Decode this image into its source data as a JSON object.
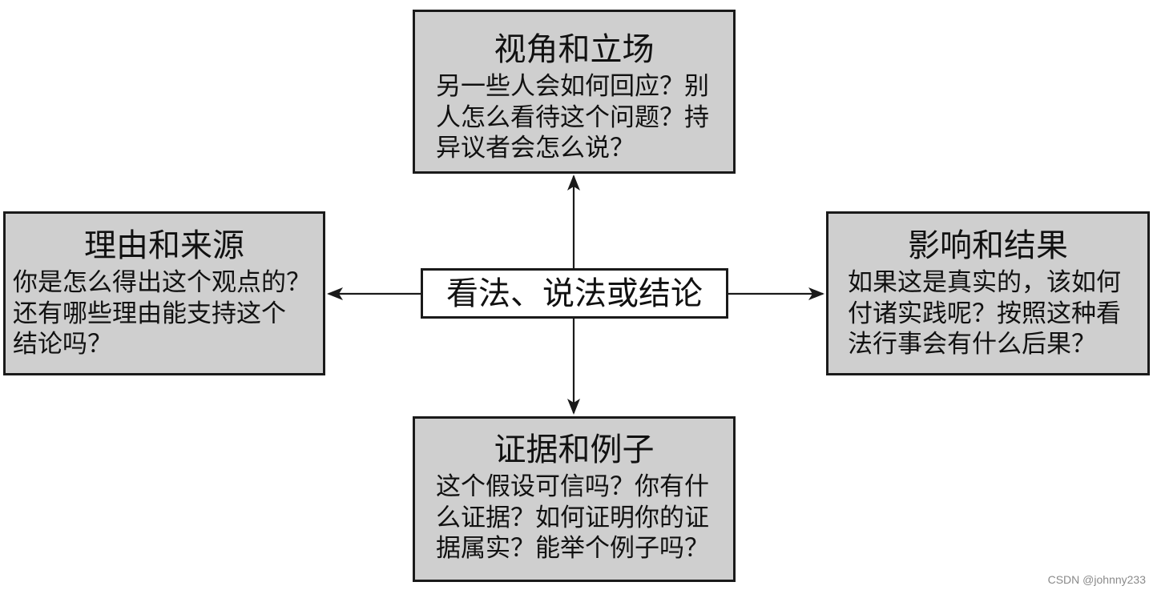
{
  "center": {
    "text": "看法、说法或结论"
  },
  "top": {
    "title": "视角和立场",
    "lines": [
      "另一些人会如何回应？别",
      "人怎么看待这个问题？持",
      "异议者会怎么说？"
    ]
  },
  "left": {
    "title": "理由和来源",
    "lines": [
      "你是怎么得出这个观点的？",
      "还有哪些理由能支持这个",
      "结论吗？"
    ]
  },
  "right": {
    "title": "影响和结果",
    "lines": [
      "如果这是真实的，该如何",
      "付诸实践呢？按照这种看",
      "法行事会有什么后果？"
    ]
  },
  "bottom": {
    "title": "证据和例子",
    "lines": [
      "这个假设可信吗？你有什",
      "么证据？如何证明你的证",
      "据属实？能举个例子吗？"
    ]
  },
  "watermark": "CSDN @johnny233",
  "colors": {
    "box_fill": "#cfcfcf",
    "center_fill": "#ffffff",
    "stroke": "#1a1a1a"
  }
}
